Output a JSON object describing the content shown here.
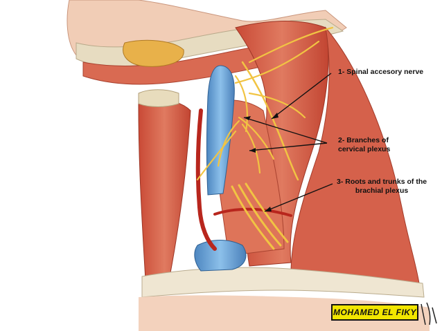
{
  "labels": {
    "label_1": "1- Spinal accesory nerve",
    "label_2_line1": "2- Branches of",
    "label_2_line2": "cervical plexus",
    "label_3_line1": "3- Roots and trunks of the",
    "label_3_line2": "brachial plexus"
  },
  "author": {
    "name": "MOHAMED EL FIKY"
  },
  "colors": {
    "muscle": "#d9654e",
    "muscle_dark": "#b8402f",
    "vein": "#6aa6d6",
    "nerve": "#f2c84b",
    "bone": "#e8dcc0",
    "skin": "#f4c9b0",
    "author_bg": "#f2e600"
  }
}
